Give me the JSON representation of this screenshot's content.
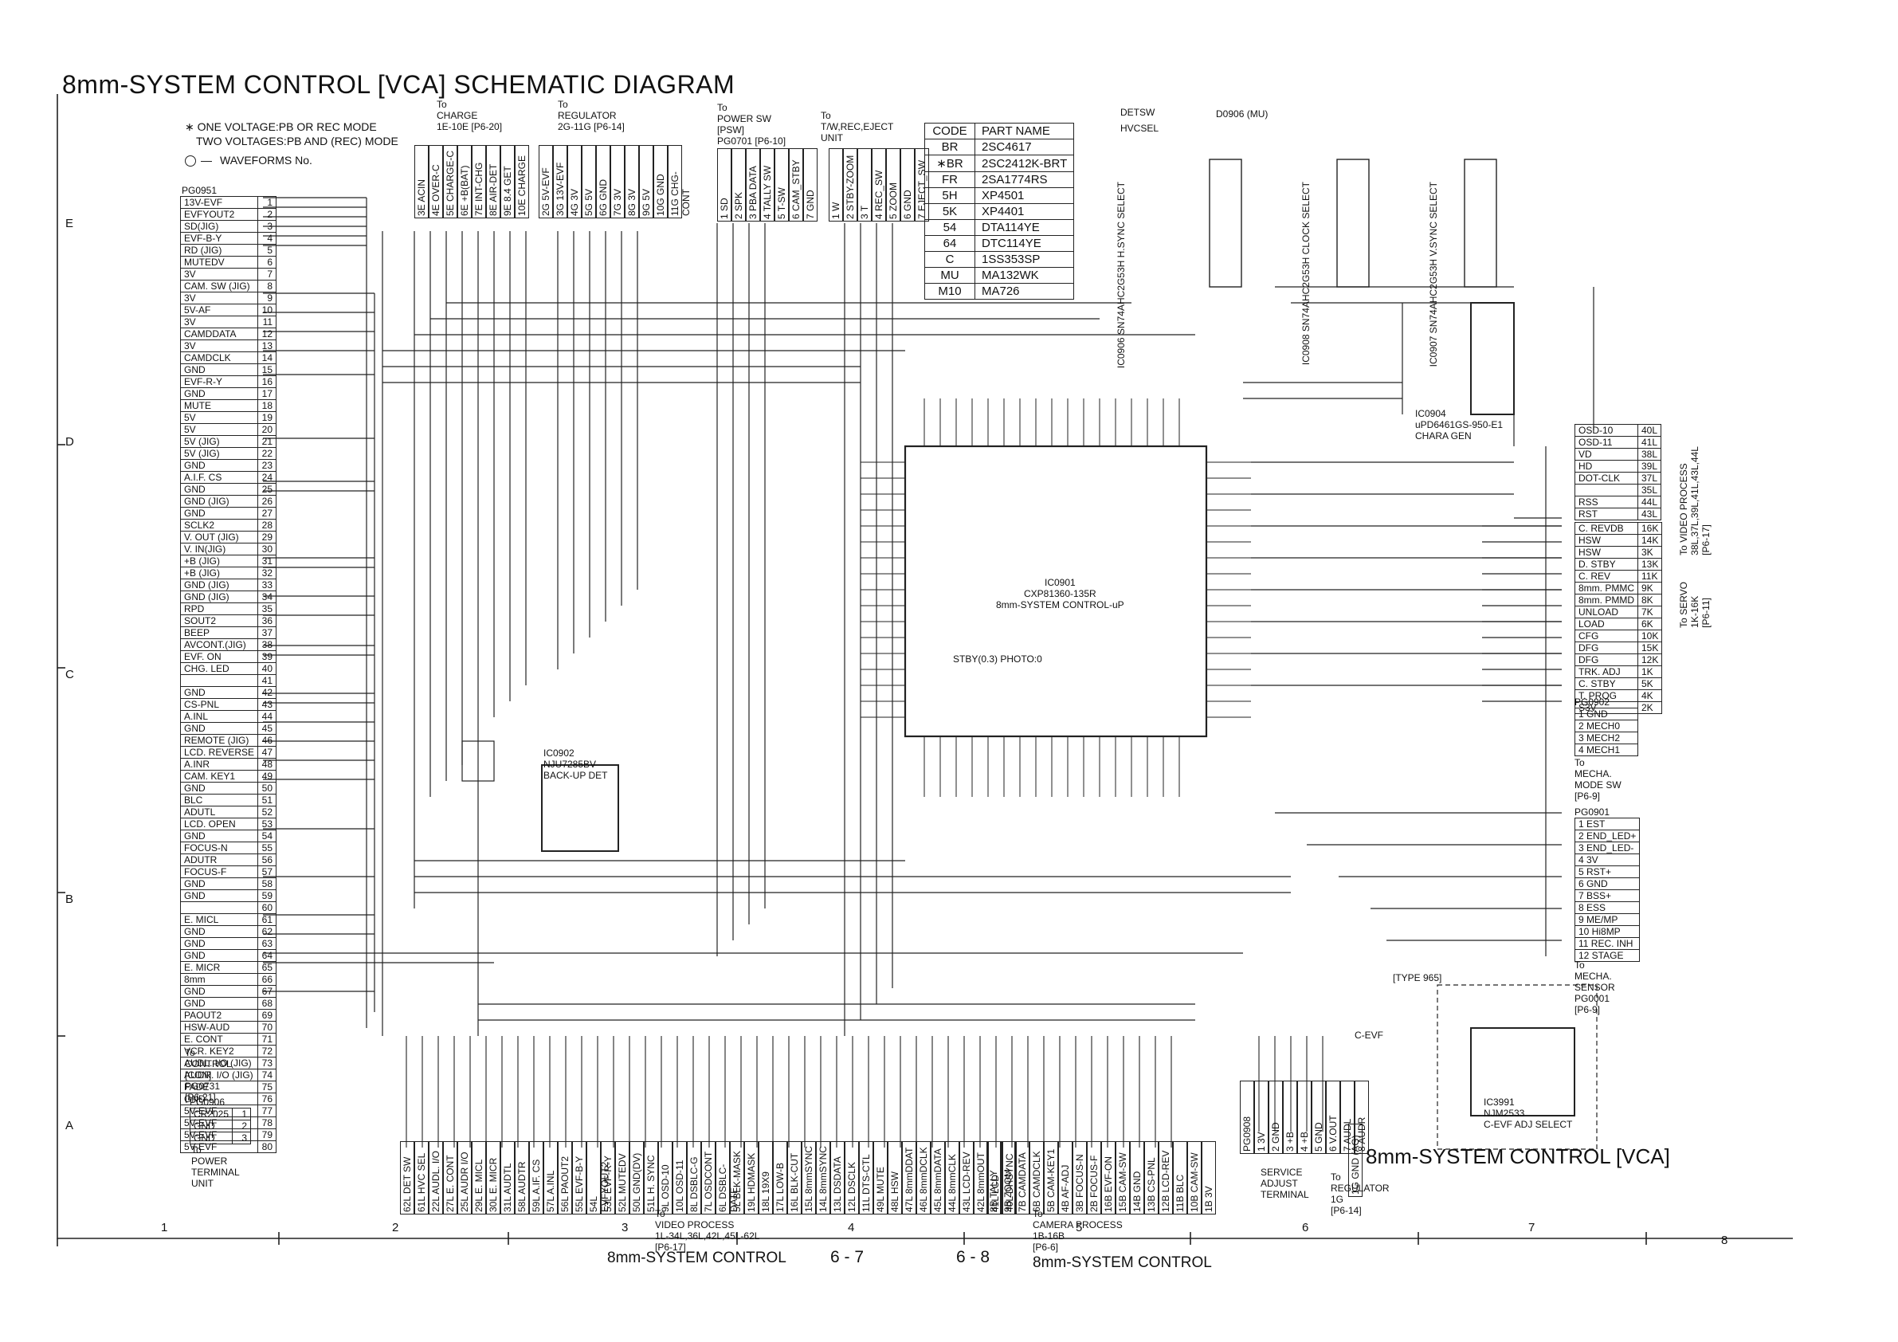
{
  "title": "8mm-SYSTEM CONTROL [VCA] SCHEMATIC DIAGRAM",
  "notes": {
    "voltage": "∗ ONE VOLTAGE:PB OR REC MODE",
    "voltage2": "TWO VOLTAGES:PB AND (REC) MODE",
    "waveforms": "WAVEFORMS No."
  },
  "code_table": {
    "header": [
      "CODE",
      "PART NAME"
    ],
    "rows": [
      [
        "BR",
        "2SC4617"
      ],
      [
        "∗BR",
        "2SC2412K-BRT"
      ],
      [
        "FR",
        "2SA1774RS"
      ],
      [
        "5H",
        "XP4501"
      ],
      [
        "5K",
        "XP4401"
      ],
      [
        "54",
        "DTA114YE"
      ],
      [
        "64",
        "DTC114YE"
      ],
      [
        "C",
        "1SS353SP"
      ],
      [
        "MU",
        "MA132WK"
      ],
      [
        "M10",
        "MA726"
      ]
    ]
  },
  "left_connector": {
    "ref": "PG0951",
    "pins": [
      "13V-EVF",
      "EVFYOUT2",
      "SD(JIG)",
      "EVF-B-Y",
      "RD (JIG)",
      "MUTEDV",
      "3V",
      "CAM. SW (JIG)",
      "3V",
      "5V-AF",
      "3V",
      "CAMDDATA",
      "3V",
      "CAMDCLK",
      "GND",
      "EVF-R-Y",
      "GND",
      "MUTE",
      "5V",
      "5V",
      "5V (JIG)",
      "5V (JIG)",
      "GND",
      "A.I.F. CS",
      "GND",
      "GND (JIG)",
      "GND",
      "SCLK2",
      "V. OUT (JIG)",
      "V. IN(JIG)",
      "+B (JIG)",
      "+B (JIG)",
      "GND (JIG)",
      "GND (JIG)",
      "RPD",
      "SOUT2",
      "BEEP",
      "AVCONT.(JIG)",
      "EVF. ON",
      "CHG. LED",
      "",
      "GND",
      "CS-PNL",
      "A.INL",
      "GND",
      "REMOTE (JIG)",
      "LCD. REVERSE",
      "A.INR",
      "CAM. KEY1",
      "GND",
      "BLC",
      "ADUTL",
      "LCD. OPEN",
      "GND",
      "FOCUS-N",
      "ADUTR",
      "FOCUS-F",
      "GND",
      "GND",
      "",
      "E. MICL",
      "GND",
      "GND",
      "GND",
      "E. MICR",
      "8mm",
      "GND",
      "GND",
      "PAOUT2",
      "HSW-AUD",
      "E. CONT",
      "VCR. KEY2",
      "AUDL. I/O (JIG)",
      "AUDR. I/O (JIG)",
      "FADE",
      "GND",
      "5V-EVF",
      "5V-EVF",
      "5V-EVF",
      "5V-EVF"
    ],
    "to": [
      "To",
      "CONTROL",
      "[CON]",
      "PG0731",
      "[P6-21]"
    ]
  },
  "battery_connector": {
    "ref": "PG0906",
    "pins": [
      "CR2025",
      "GND",
      "GND"
    ],
    "to": [
      "To",
      "POWER",
      "TERMINAL",
      "UNIT"
    ]
  },
  "top_connectors": [
    {
      "to": [
        "To",
        "CHARGE",
        "1E-10E  [P6-20]"
      ],
      "pins": [
        "3E ACIN",
        "4E OVER-C",
        "5E CHARGE-C",
        "6E +B(BAT)",
        "7E INT-CHG",
        "8E AIR-DET",
        "9E 8.4 GET",
        "10E CHARGE"
      ]
    },
    {
      "to": [
        "To",
        "REGULATOR",
        "2G-11G  [P6-14]"
      ],
      "pins": [
        "2G 5V-EVF",
        "3G 13V-EVF",
        "4G 3V",
        "5G 5V",
        "6G GND",
        "7G 3V",
        "8G 3V",
        "9G 5V",
        "10G GND",
        "11G CHG-CONT"
      ]
    },
    {
      "to": [
        "To",
        "POWER SW",
        "[PSW]",
        "PG0701  [P6-10]"
      ],
      "pins": [
        "1 SD",
        "2 SPK",
        "3 PBA DATA",
        "4 TALLY SW",
        "5 T-SW",
        "6 CAM_STBY",
        "7 GND"
      ]
    },
    {
      "to": [
        "To",
        "T/W,REC,EJECT",
        "UNIT"
      ],
      "pins": [
        "1 W",
        "2 STBY-ZOOM",
        "3 T",
        "4 REC_SW",
        "5 ZOOM",
        "6 GND",
        "7 EJECT_SW"
      ]
    }
  ],
  "right_top_connector": {
    "pins": [
      "OSD-10",
      "OSD-11",
      "VD",
      "HD",
      "DOT-CLK",
      "",
      "RSS",
      "RST"
    ],
    "nums": [
      "40L",
      "41L",
      "38L",
      "39L",
      "37L",
      "35L",
      "44L",
      "43L"
    ],
    "to": [
      "To",
      "VIDEO PROCESS",
      "38L,37L,39L,41L,43L,44L",
      "[P6-17]"
    ]
  },
  "servo_connector": {
    "pins": [
      "C. REVDB",
      "HSW",
      "HSW",
      "D. STBY",
      "C. REV",
      "8mm. PMMC",
      "8mm. PMMD",
      "UNLOAD",
      "LOAD",
      "CFG",
      "DFG",
      "DFG",
      "TRK. ADJ",
      "C. STBY",
      "T. PROG",
      "S3V"
    ],
    "nums": [
      "16K",
      "14K",
      "3K",
      "13K",
      "11K",
      "9K",
      "8K",
      "7K",
      "6K",
      "10K",
      "15K",
      "12K",
      "1K",
      "5K",
      "4K",
      "2K"
    ],
    "to": [
      "To",
      "SERVO",
      "1K-16K",
      "[P6-11]"
    ]
  },
  "mode_sw_connector": {
    "ref": "PG0902",
    "pins": [
      "1 GND",
      "2 MECH0",
      "3 MECH2",
      "4 MECH1"
    ],
    "to": [
      "To",
      "MECHA.",
      "MODE SW",
      "[P6-9]"
    ]
  },
  "sensor_connector": {
    "ref": "PG0901",
    "pins": [
      "1 EST",
      "2 END_LED+",
      "3 END_LED-",
      "4 3V",
      "5 RST+",
      "6 GND",
      "7 BSS+",
      "8 ESS",
      "9 ME/MP",
      "10 Hi8MP",
      "11 REC. INH",
      "12 STAGE"
    ],
    "to": [
      "To",
      "MECHA.",
      "SENSOR",
      "PG0001",
      "[P6-9]"
    ]
  },
  "bottom_connectors": [
    {
      "to": [
        "To",
        "VIDEO PROCESS",
        "1L-34L,36L,42L,45L-62L",
        "[P6-17]"
      ],
      "pins": [
        "62L DET SW",
        "61L HVC SEL",
        "22L AUDL. I/O",
        "27L E. CONT",
        "25L AUDR I/O",
        "29L E. MICL",
        "30L E. MICR",
        "31L AUDTL",
        "58L AUDTR",
        "59L A.IF. CS",
        "57L A.INL",
        "56L PAOUT2",
        "55L EVF-B-Y",
        "54L EVFYOUT2",
        "53L EVF-R-Y",
        "52L MUTEDV",
        "50L GND(DV)",
        "51L H. SYNC",
        "9L OSD-10",
        "10L OSD-11",
        "8L DSBLC-G",
        "7L OSDCONT",
        "6L DSBLC-DATE",
        "5L BLK-MASK",
        "19L HDMASK",
        "18L 19X9",
        "17L LOW-B",
        "16L BLK-CUT",
        "15L 8mmSYNC",
        "14L 8mmSYNC",
        "13L DSDATA",
        "12L DSCLK",
        "11L DTS-CTL",
        "49L MUTE",
        "48L HSW",
        "47L 8mmDDAT",
        "46L 8mmDCLK",
        "45L 8mmDATA",
        "44L 8mmCLK",
        "43L LCD-REV",
        "42L 8mmOUT",
        "41L LCD",
        "40L DHSYNC"
      ]
    },
    {
      "to": [
        "To",
        "CAMERA PROCESS",
        "1B-16B",
        "[P6-6]"
      ],
      "pins": [
        "8B TALLY",
        "9B ZOOM",
        "7B CAMDATA",
        "6B CAMDCLK",
        "5B CAM-KEY1",
        "4B AF-ADJ",
        "3B FOCUS-N",
        "2B FOCUS-F",
        "16B EVF-ON",
        "15B CAM-SW",
        "14B GND",
        "13B CS-PNL",
        "12B LCD-REV",
        "11B BLC",
        "10B CAM-SW",
        "1B 3V"
      ]
    },
    {
      "to": [
        "SERVICE",
        "ADJUST",
        "TERMINAL"
      ],
      "pins": [
        "PG0908",
        "1 3V",
        "2 GND",
        "3 +B",
        "4 +B",
        "5 GND",
        "6 V.OUT",
        "7 AUDL",
        "8 AUDR"
      ]
    },
    {
      "to": [
        "To",
        "REGULATOR",
        "1G",
        "[P6-14]"
      ],
      "pins": [
        "1G GND (AG)"
      ]
    }
  ],
  "ic_main": {
    "ref": "IC0901",
    "part": "CXP81360-135R",
    "name": "8mm-SYSTEM CONTROL-uP"
  },
  "ic_labels": [
    {
      "ref": "IC0902",
      "part": "NJU7285BV",
      "name": "BACK-UP DET"
    },
    {
      "ref": "IC0904",
      "part": "uPD6461GS-950-E1",
      "name": "CHARA GEN"
    },
    {
      "ref": "IC3991",
      "part": "NJM2533",
      "name": "C-EVF ADJ SELECT"
    },
    {
      "ref": "IC0906",
      "part": "SN74AHC2G53H",
      "name": "H.SYNC SELECT"
    },
    {
      "ref": "IC0908",
      "part": "SN74AHC2G53H",
      "name": "CLOCK SELECT"
    },
    {
      "ref": "IC0907",
      "part": "SN74AHC2G53H",
      "name": "V.SYNC SELECT"
    }
  ],
  "misc_labels": {
    "detsw": "DETSW",
    "hvcsel": "HVCSEL",
    "diode": "D0906 (MU)",
    "type965": "[TYPE 965]",
    "cevf": "C-EVF",
    "stby_photo": "STBY(0.3) PHOTO:0"
  },
  "subtitle": "8mm-SYSTEM CONTROL [VCA]",
  "row_markers": [
    "E",
    "D",
    "C",
    "B",
    "A"
  ],
  "col_markers": [
    "1",
    "2",
    "3",
    "4",
    "5",
    "6",
    "7",
    "8"
  ],
  "footer": {
    "left": "8mm-SYSTEM CONTROL",
    "left_page": "6 - 7",
    "right_page": "6 - 8",
    "right": "8mm-SYSTEM CONTROL"
  }
}
